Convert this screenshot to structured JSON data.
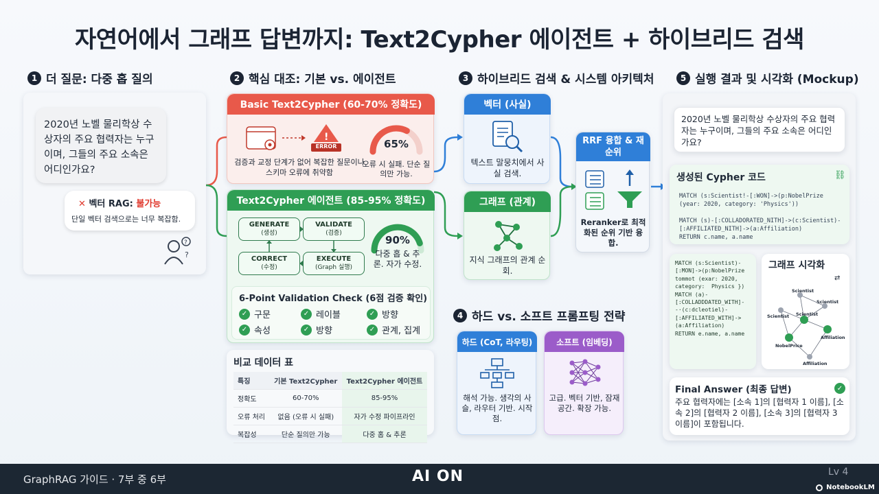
{
  "title": "자연어에서 그래프 답변까지: Text2Cypher 에이전트 + 하이브리드 검색",
  "sections": {
    "s1": {
      "num": "1",
      "title": "더 질문: 다중 홉 질의"
    },
    "s2": {
      "num": "2",
      "title": "핵심 대조: 기본 vs. 에이전트"
    },
    "s3": {
      "num": "3",
      "title": "하이브리드 검색 & 시스템 아키텍처"
    },
    "s4": {
      "num": "4",
      "title": "하드 vs. 소프트 프롬프팅 전략"
    },
    "s5": {
      "num": "5",
      "title": "실행 결과 및 시각화 (Mockup)"
    }
  },
  "question": {
    "text": "2020년 노벨 물리학상 수상자의 주요 협력자는 누구이며, 그들의 주요 소속은 어디인가요?",
    "vector_rag_prefix": "벡터 RAG: ",
    "vector_rag_status": "불가능",
    "vector_rag_desc": "단일 벡터 검색으로는 너무 복잡함."
  },
  "basic": {
    "header": "Basic Text2Cypher (60-70% 정확도)",
    "error_label": "ERROR",
    "desc": "검증과 교정 단계가 없어 복잡한 질문이나 스키마 오류에 취약함",
    "gauge_value": "65%",
    "gauge_desc": "오류 시 실패. 단순 질의만 가능.",
    "gauge_fraction": 0.65
  },
  "agent": {
    "header": "Text2Cypher 에이전트 (85-95% 정확도)",
    "steps": [
      {
        "name": "GENERATE",
        "sub": "(생성)"
      },
      {
        "name": "VALIDATE",
        "sub": "(검증)"
      },
      {
        "name": "EXECUTE",
        "sub": "(Graph 실행)"
      },
      {
        "name": "CORRECT",
        "sub": "(수정)"
      }
    ],
    "gauge_value": "90%",
    "gauge_desc": "다중 홉 & 추론. 자가 수정.",
    "gauge_fraction": 0.9
  },
  "validation": {
    "title": "6-Point Validation Check (6점 검증 확인)",
    "items": [
      "구문",
      "레이블",
      "방향",
      "속성",
      "방향",
      "관계, 집계"
    ]
  },
  "comparison": {
    "title": "비교 데이터 표",
    "headers": [
      "특징",
      "기본 Text2Cypher",
      "Text2Cypher 에이전트"
    ],
    "rows": [
      [
        "정확도",
        "60-70%",
        "85-95%"
      ],
      [
        "오류 처리",
        "없음 (오류 시 실패)",
        "자가 수정 파이프라인"
      ],
      [
        "복잡성",
        "단순 질의만 가능",
        "다중 홉 & 추론"
      ]
    ]
  },
  "hybrid": {
    "vector_header": "벡터 (사실)",
    "vector_desc": "텍스트 말뭉치에서 사실 검색.",
    "graph_header": "그래프 (관계)",
    "graph_desc": "지식 그래프의 관계 순회.",
    "rrf_header": "RRF 융합 & 재순위",
    "rrf_desc": "Reranker로 최적화된 순위 기반 융합."
  },
  "prompting": {
    "hard_header": "하드 (CoT, 라우팅)",
    "hard_desc": "해석 가능. 생각의 사슬, 라우터 기반. 시작점.",
    "soft_header": "소프트 (임베딩)",
    "soft_desc": "고급. 벡터 기반, 잠재 공간. 확장 가능."
  },
  "results": {
    "question": "2020년 노벨 물리학상 수상자의 주요 협력자는 누구이며, 그들의 주요 소속은 어디인가요?",
    "cypher_title": "생성된 Cypher 코드",
    "cypher_code": "MATCH (s:Scientist!-[:WON]->(p:NobelPrize\n(year: 2020, category: 'Physics'))\n\nMATCH (s)-[:COLLADORATED_NITH]->(c:Scientist)-\n[:AFFILIATED_NITH]->(a:Affiliation)\nRETURN c.name, a.name",
    "code_block2": "MATCH (s:Scientist)-\n[:MON]->(p:NobelPrize\ntommot (exar: 2020,\ncategory:  Physics })\nMATCH (a)-\n[:COLLADDDATED_WITH]-\n-·(c:dcleotiel)-\n[:AFFILIATED_WITH]->\n(a:Affiliation)\nRETURN e.name, a.name",
    "graph_title": "그래프 시각화",
    "graph_nodes": [
      "Scientist",
      "Scientist",
      "Scientist",
      "Scientist",
      "Affiliation",
      "NobelPrice",
      "Affiliation"
    ],
    "final_title": "Final Answer (최종 답변)",
    "final_text": "주요 협력자에는 [소속 1]의 [협력자 1 이름], [소속 2]의 [협력자 2 이름], [소속 3]의 [협력자 3 이름]이 포함됩니다."
  },
  "footer": {
    "left": "GraphRAG 가이드 · 7부 중 6부",
    "logo": "AI ON",
    "page": "Lv 4",
    "brand": "NotebookLM"
  },
  "colors": {
    "basic": "#e8594a",
    "agent": "#2f9e54",
    "vector": "#2f7fd8",
    "soft": "#9b5cc9",
    "dark": "#1c2733"
  }
}
